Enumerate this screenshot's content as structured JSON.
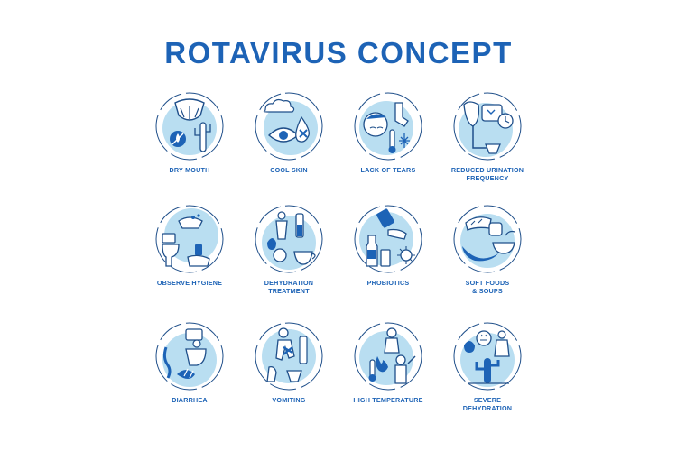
{
  "title": "ROTAVIRUS CONCEPT",
  "colors": {
    "accent": "#1d63b6",
    "fill": "#b9def1",
    "stroke": "#1f4f8a"
  },
  "items": [
    {
      "icon": "dry-mouth-icon",
      "label": [
        "DRY MOUTH"
      ]
    },
    {
      "icon": "cool-skin-icon",
      "label": [
        "COOL SKIN"
      ]
    },
    {
      "icon": "lack-of-tears-icon",
      "label": [
        "LACK OF TEARS"
      ]
    },
    {
      "icon": "reduced-urination-icon",
      "label": [
        "REDUCED URINATION",
        "FREQUENCY"
      ]
    },
    {
      "icon": "observe-hygiene-icon",
      "label": [
        "OBSERVE HYGIENE"
      ]
    },
    {
      "icon": "dehydration-treatment-icon",
      "label": [
        "DEHYDRATION",
        "TREATMENT"
      ]
    },
    {
      "icon": "probiotics-icon",
      "label": [
        "PROBIOTICS"
      ]
    },
    {
      "icon": "soft-foods-icon",
      "label": [
        "SOFT FOODS",
        "& SOUPS"
      ]
    },
    {
      "icon": "diarrhea-icon",
      "label": [
        "DIARRHEA"
      ]
    },
    {
      "icon": "vomiting-icon",
      "label": [
        "VOMITING"
      ]
    },
    {
      "icon": "high-temperature-icon",
      "label": [
        "HIGH TEMPERATURE"
      ]
    },
    {
      "icon": "severe-dehydration-icon",
      "label": [
        "SEVERE",
        "DEHYDRATION"
      ]
    }
  ]
}
